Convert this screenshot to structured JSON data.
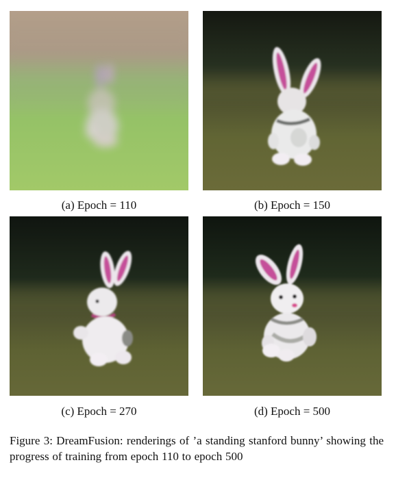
{
  "figure": {
    "caption": "Figure 3: DreamFusion: renderings of ’a standing stanford bunny’ showing the progress of training from epoch 110 to epoch 500",
    "panels": [
      {
        "id": "a",
        "label": "(a) Epoch = 110",
        "epoch": 110
      },
      {
        "id": "b",
        "label": "(b) Epoch = 150",
        "epoch": 150
      },
      {
        "id": "c",
        "label": "(c) Epoch = 270",
        "epoch": 270
      },
      {
        "id": "d",
        "label": "(d) Epoch = 500",
        "epoch": 500
      }
    ]
  }
}
